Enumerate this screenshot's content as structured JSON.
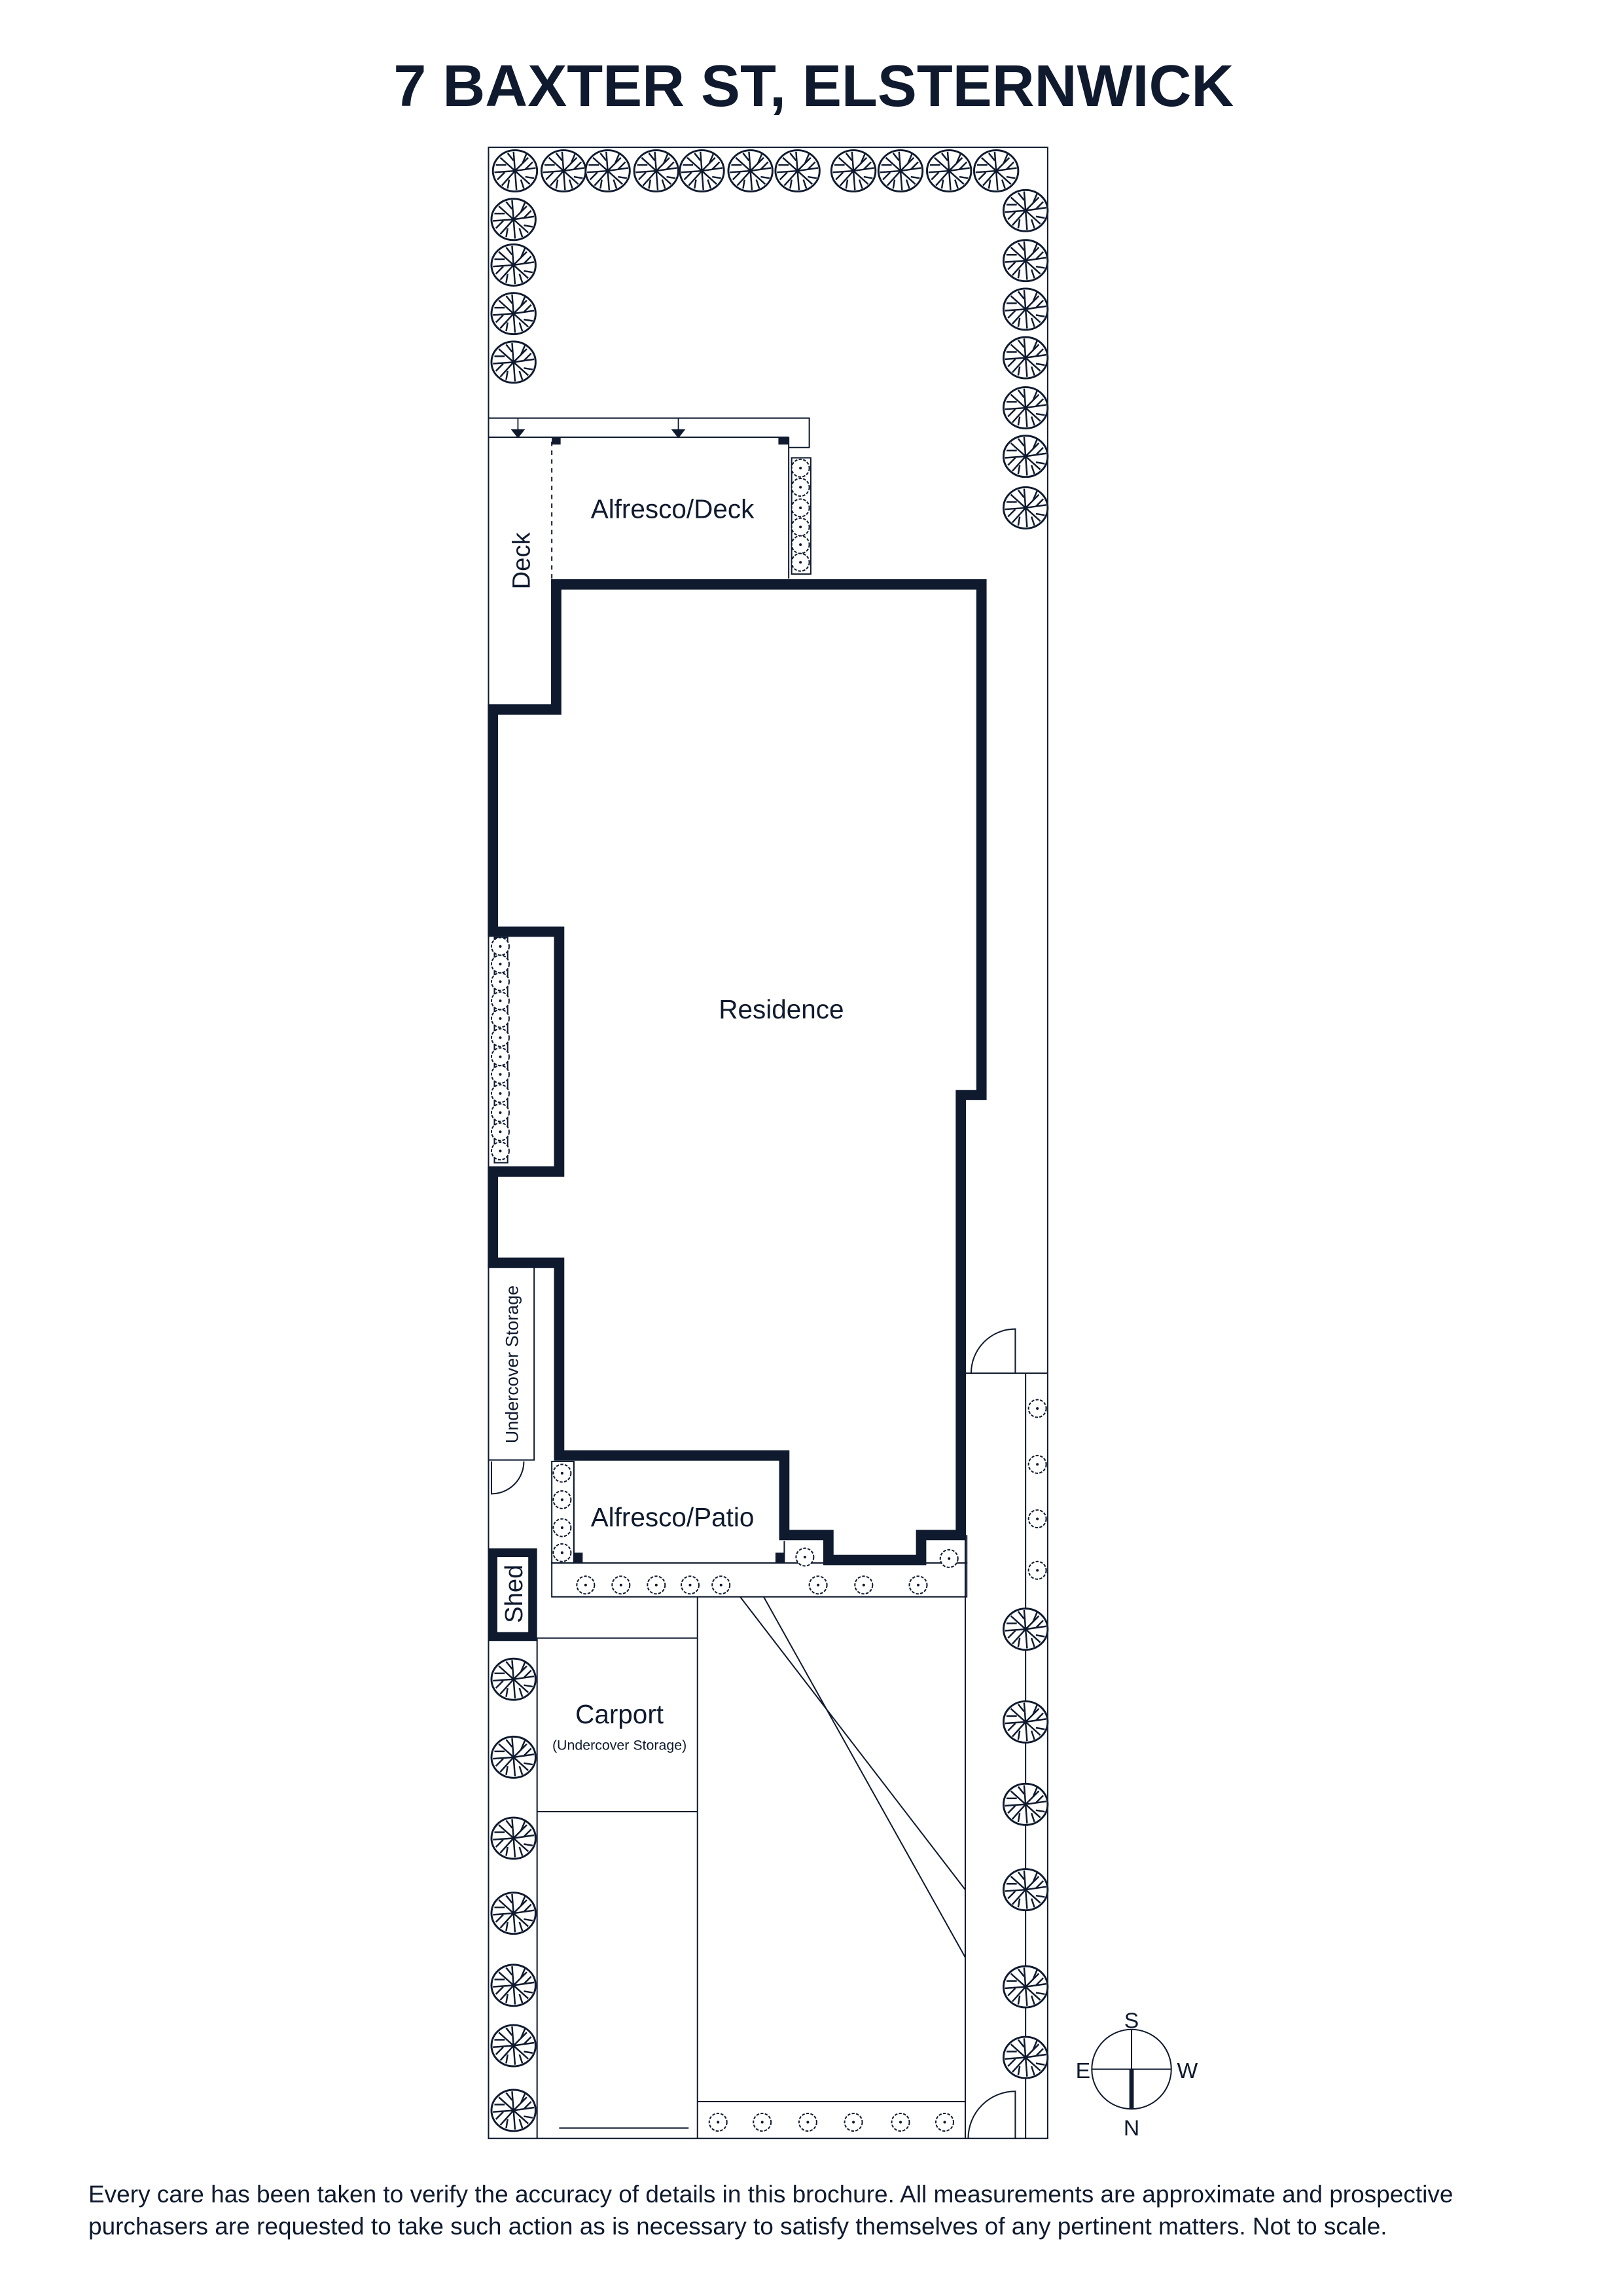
{
  "title": "7 BAXTER ST, ELSTERNWICK",
  "rooms": {
    "alfresco_deck": "Alfresco/Deck",
    "deck": "Deck",
    "residence": "Residence",
    "undercover_storage": "Undercover Storage",
    "alfresco_patio": "Alfresco/Patio",
    "shed": "Shed",
    "carport": "Carport",
    "carport_sub": "(Undercover Storage)"
  },
  "compass": {
    "north": "N",
    "south": "S",
    "east": "E",
    "west": "W"
  },
  "footer": {
    "line1": "Every care has been taken to verify the accuracy of details in this brochure. All measurements are approximate and prospective",
    "line2": "purchasers are requested to take such action as is necessary to satisfy themselves of any pertinent matters. Not to scale."
  },
  "colors": {
    "ink": "#0f1a2e",
    "background": "#ffffff"
  }
}
